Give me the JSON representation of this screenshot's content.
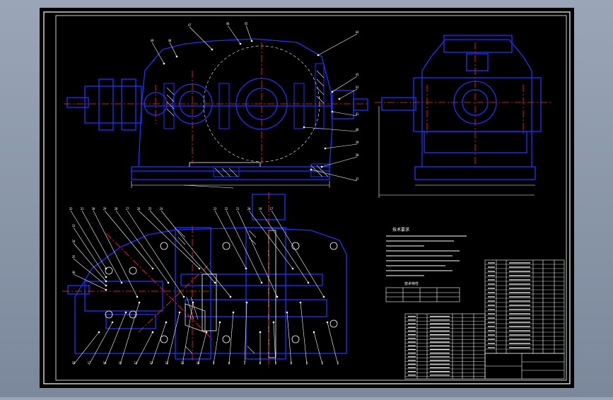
{
  "drawing": {
    "colors": {
      "background": "#000000",
      "frame": "#ffffff",
      "part": "#1e32ff",
      "centerline": "#ff2a2a",
      "dimension": "#ffffff",
      "hatch": "#e6e6e6"
    },
    "front_view_balloons": [
      "49",
      "48",
      "47",
      "46",
      "45",
      "44",
      "43",
      "42",
      "41",
      "40",
      "39",
      "38",
      "37"
    ],
    "side_view_balloons": [],
    "plan_view_balloons_top": [
      "32",
      "31",
      "30",
      "29",
      "28",
      "27",
      "26",
      "25",
      "24",
      "23",
      "22",
      "21",
      "20",
      "19",
      "17"
    ],
    "plan_view_balloons_left": [
      "33",
      "34",
      "35",
      "36"
    ],
    "plan_view_balloons_bottom": [
      "18",
      "17",
      "16",
      "15",
      "14",
      "13",
      "12",
      "11",
      "10",
      "9",
      "8",
      "7",
      "6",
      "5",
      "4",
      "3",
      "2",
      "1"
    ],
    "notes_title": "技术要求",
    "spec_table_title": "技术特性"
  }
}
